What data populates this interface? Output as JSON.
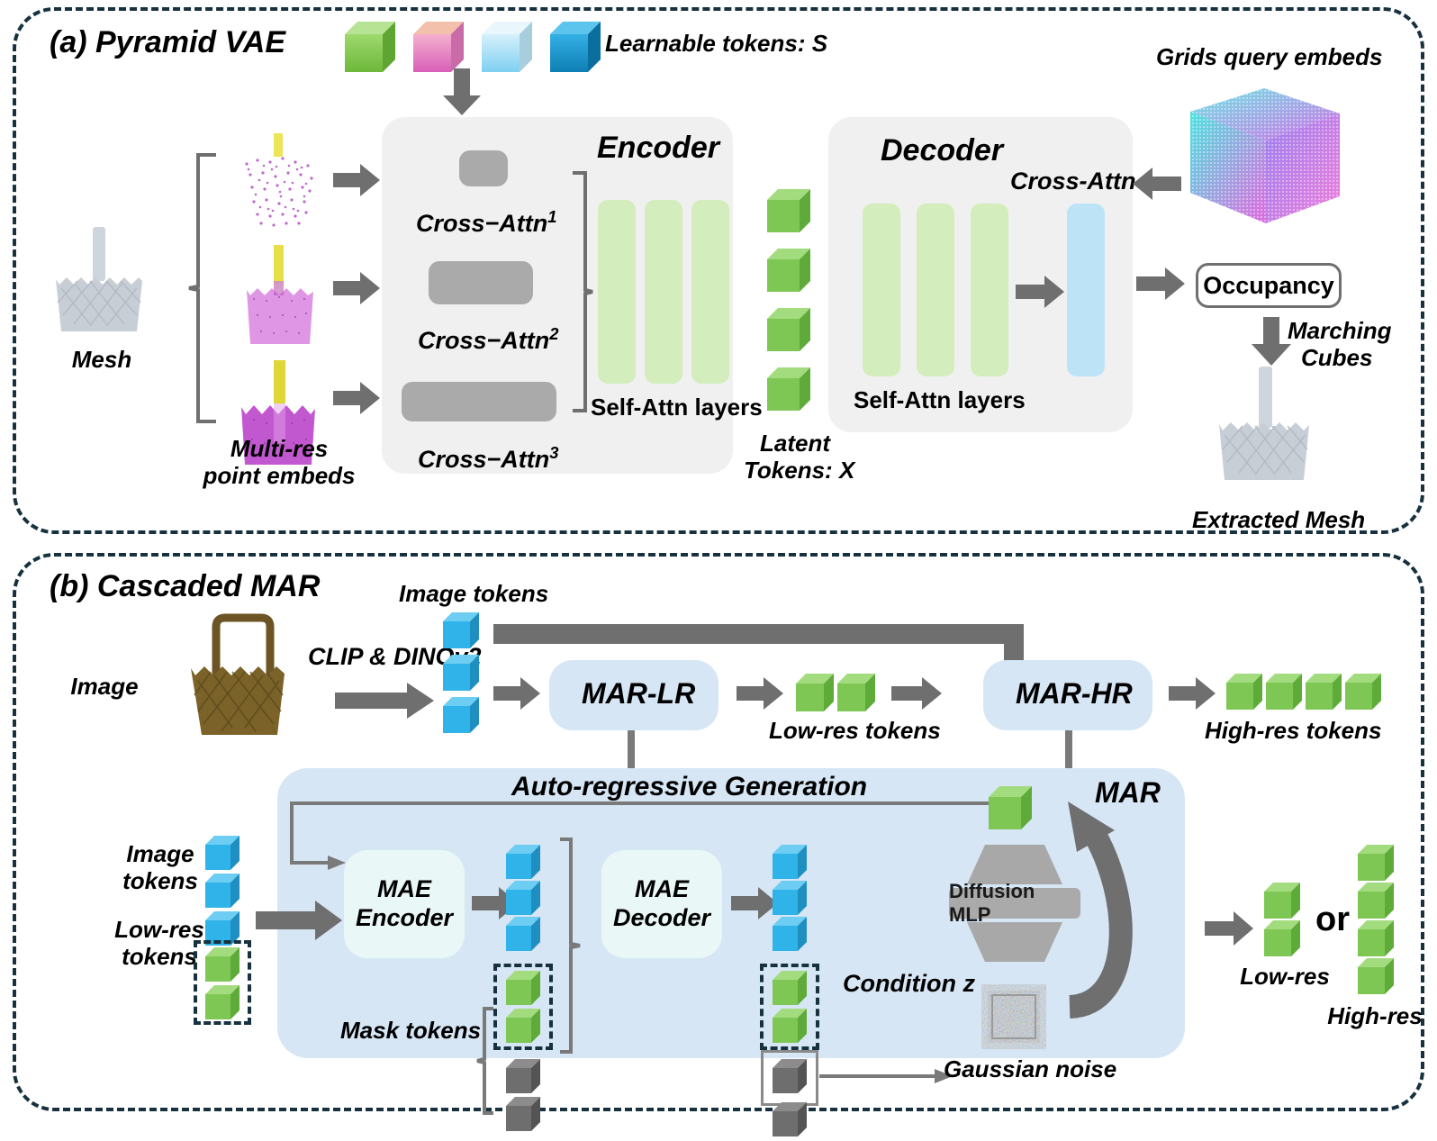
{
  "panel_a": {
    "title": "(a) Pyramid VAE",
    "legend": {
      "label": "Learnable tokens: S"
    },
    "labels": {
      "mesh": "Mesh",
      "multi_res": "Multi-res\npoint embeds",
      "multi_res_l1": "Multi-res",
      "multi_res_l2": "point embeds",
      "encoder": "Encoder",
      "decoder": "Decoder",
      "cross_attn_1": "Cross−Attn",
      "cross_attn_2": "Cross−Attn",
      "cross_attn_3": "Cross−Attn",
      "cross_attn_sup1": "1",
      "cross_attn_sup2": "2",
      "cross_attn_sup3": "3",
      "self_attn_enc": "Self-Attn layers",
      "self_attn_dec": "Self-Attn layers",
      "latent_l1": "Latent",
      "latent_l2": "Tokens: X",
      "cross_attn_dec": "Cross-Attn",
      "grids_query": "Grids query embeds",
      "occupancy": "Occupancy",
      "marching_l1": "Marching",
      "marching_l2": "Cubes",
      "extracted_mesh": "Extracted Mesh"
    }
  },
  "panel_b": {
    "title": "(b) Cascaded MAR",
    "labels": {
      "image": "Image",
      "clip_dino": "CLIP & DINOv2",
      "image_tokens_top": "Image tokens",
      "mar_lr": "MAR-LR",
      "low_res_tokens_top": "Low-res  tokens",
      "mar_hr": "MAR-HR",
      "high_res_tokens_top": "High-res tokens",
      "auto_regressive": "Auto-regressive Generation",
      "mar": "MAR",
      "image_tokens_l1": "Image",
      "image_tokens_l2": "tokens",
      "low_res_tokens_l1": "Low-res",
      "low_res_tokens_l2": "tokens",
      "mae_encoder_l1": "MAE",
      "mae_encoder_l2": "Encoder",
      "mae_decoder_l1": "MAE",
      "mae_decoder_l2": "Decoder",
      "mask_tokens": "Mask tokens",
      "diffusion_mlp": "Diffusion MLP",
      "condition_z": "Condition z",
      "gaussian_noise": "Gaussian noise",
      "or": "or",
      "low_res_out": "Low-res",
      "high_res_out": "High-res"
    }
  },
  "colors": {
    "green_front": "#7ac943",
    "green_light": "#8fd957",
    "green_bar": "#d3eebc",
    "blue_front": "#29abe2",
    "blue_light": "#5fc3ee",
    "blue_bar": "#bde3f7",
    "pink_front": "#e07cc8",
    "lightblue_front": "#a8ddf5",
    "darkblue_front": "#1a8fc4",
    "gray_arrow": "#6f6f6f",
    "gray_block": "#aaaaaa",
    "gray_cube": "#6e6e6e",
    "panel_border": "#17313f",
    "box_bg": "#f0f0f0",
    "mar_panel_bg": "#d6e6f5",
    "mar_subbox_bg": "#eaf7f7"
  }
}
